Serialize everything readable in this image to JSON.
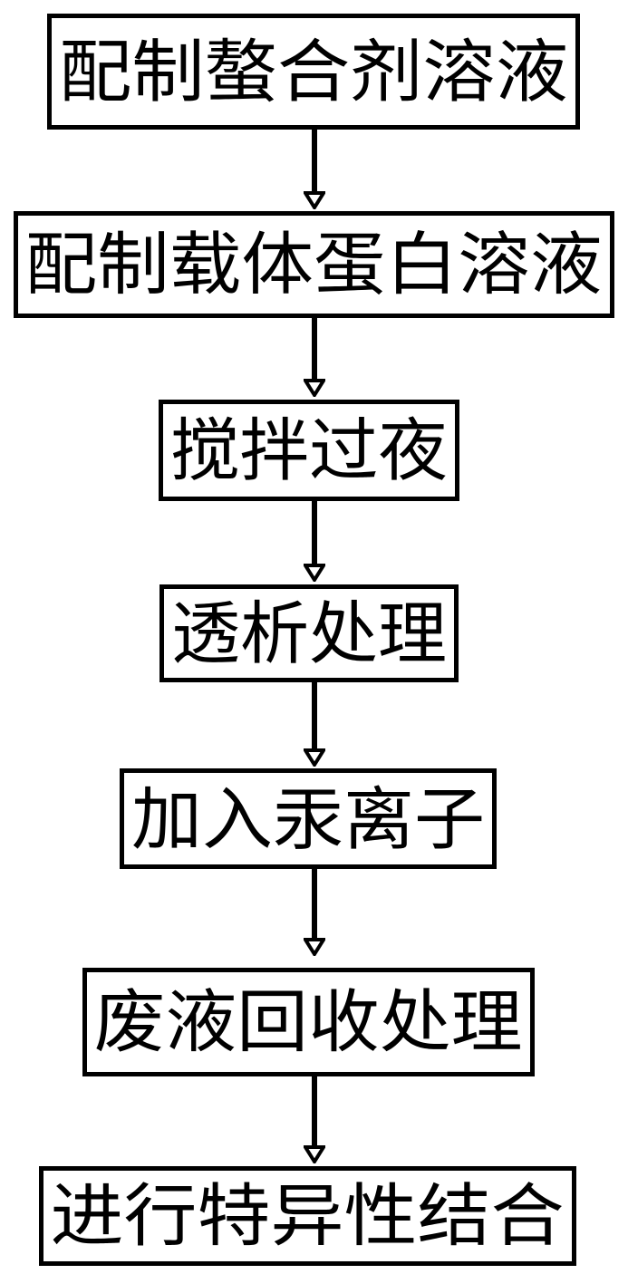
{
  "diagram": {
    "type": "flowchart",
    "orientation": "vertical",
    "background_color": "#ffffff",
    "line_color": "#000000",
    "text_color": "#000000",
    "arrowhead_style": "hollow-triangle",
    "nodes": [
      {
        "id": "step-1",
        "label": "配制螯合剂溶液",
        "shape": "rectangle"
      },
      {
        "id": "step-2",
        "label": "配制载体蛋白溶液",
        "shape": "rectangle"
      },
      {
        "id": "step-3",
        "label": "搅拌过夜",
        "shape": "rectangle"
      },
      {
        "id": "step-4",
        "label": "透析处理",
        "shape": "rectangle"
      },
      {
        "id": "step-5",
        "label": "加入汞离子",
        "shape": "rectangle"
      },
      {
        "id": "step-6",
        "label": "废液回收处理",
        "shape": "rectangle"
      },
      {
        "id": "step-7",
        "label": "进行特异性结合",
        "shape": "rectangle"
      }
    ],
    "edges": [
      {
        "from": "step-1",
        "to": "step-2"
      },
      {
        "from": "step-2",
        "to": "step-3"
      },
      {
        "from": "step-3",
        "to": "step-4"
      },
      {
        "from": "step-4",
        "to": "step-5"
      },
      {
        "from": "step-5",
        "to": "step-6"
      },
      {
        "from": "step-6",
        "to": "step-7"
      }
    ]
  }
}
